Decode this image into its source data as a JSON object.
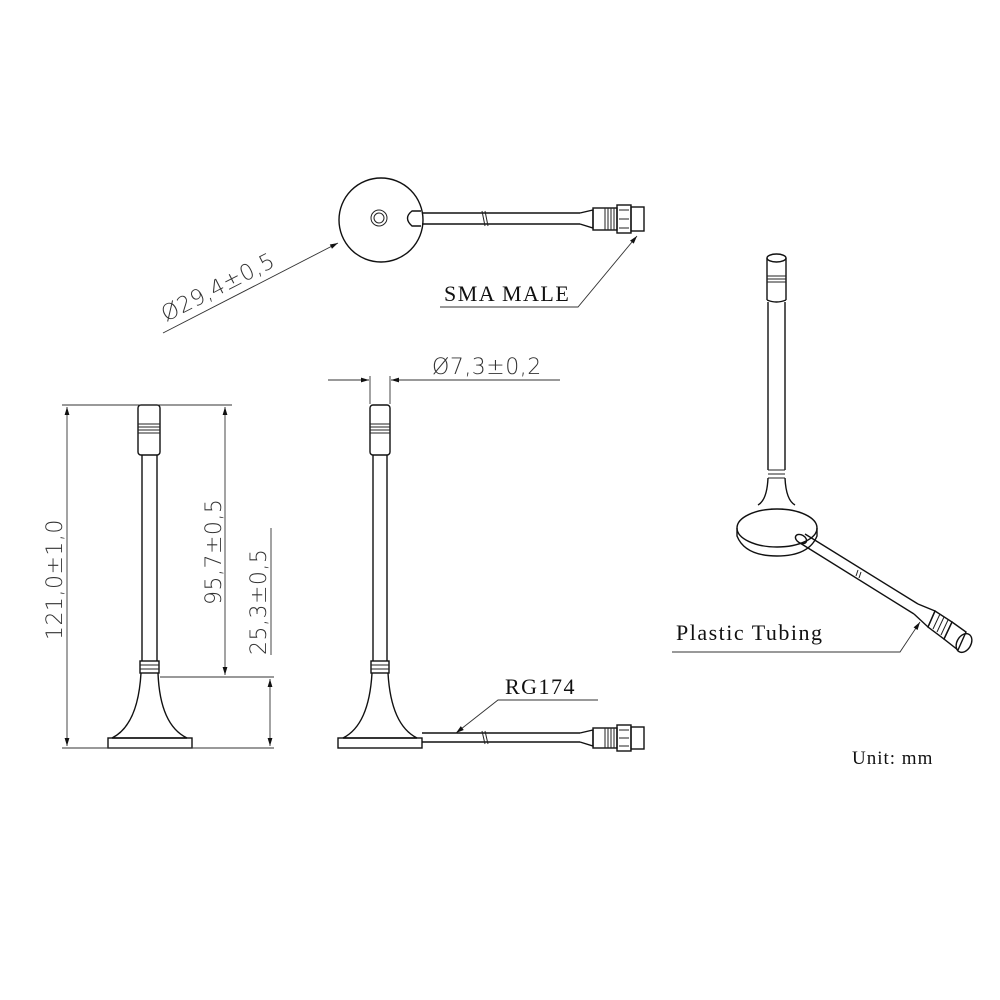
{
  "top_view": {
    "diameter_label": "Ø29,4±0,5",
    "connector_label": "SMA MALE"
  },
  "front_view": {
    "total_height_label": "121,0±1,0",
    "whip_height_label": "95,7±0,5",
    "base_height_label": "25,3±0,5"
  },
  "side_view": {
    "whip_diameter_label": "Ø7,3±0,2",
    "cable_label": "RG174"
  },
  "iso_view": {
    "tubing_label": "Plastic Tubing"
  },
  "unit_label": "Unit: mm",
  "colors": {
    "line": "#111111",
    "background": "#ffffff"
  }
}
